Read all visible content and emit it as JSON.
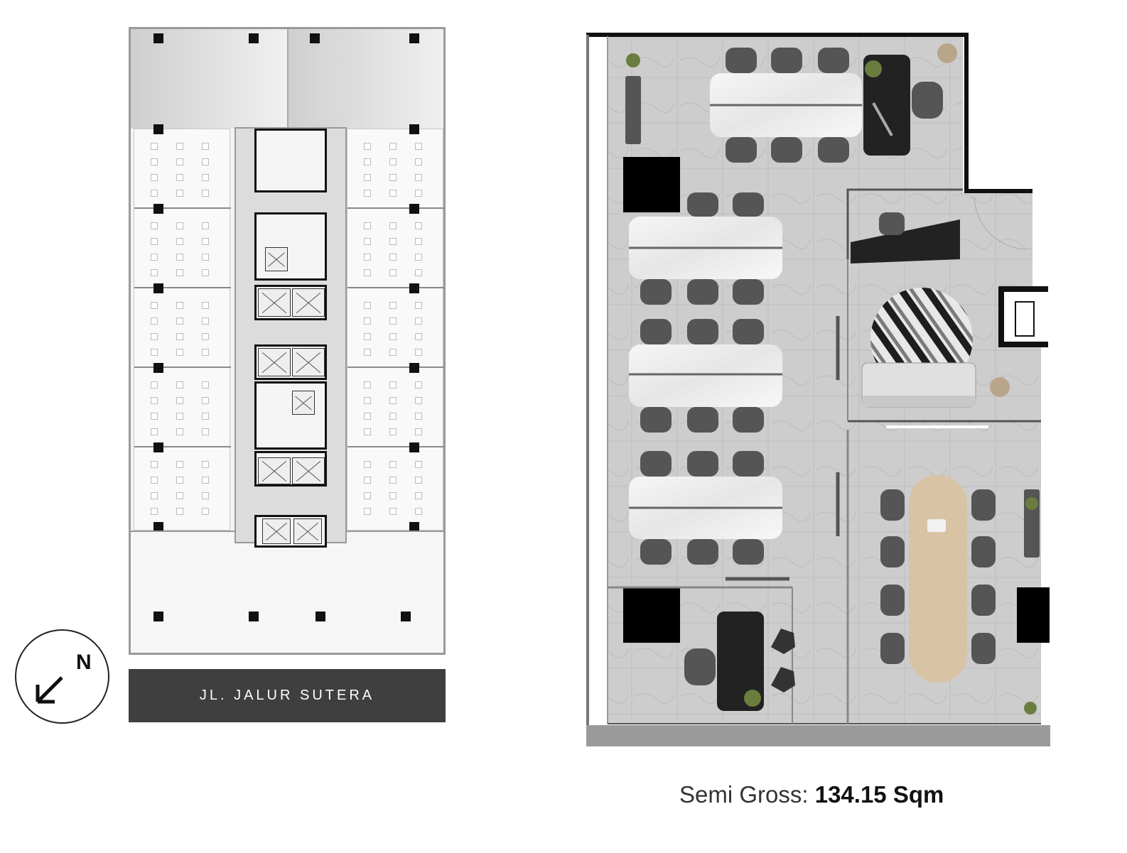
{
  "site_plan": {
    "street_name": "JL. JALUR SUTERA",
    "compass_label": "N"
  },
  "unit_plan": {
    "area_label": "Semi Gross:",
    "area_value": "134.15 Sqm"
  },
  "colors": {
    "road": "#3f3f3f",
    "wall": "#111111",
    "floor": "#cfcfcf",
    "desk_marble": "#f2f2f2",
    "wood_table": "#d8c3a5",
    "chair": "#555555"
  }
}
